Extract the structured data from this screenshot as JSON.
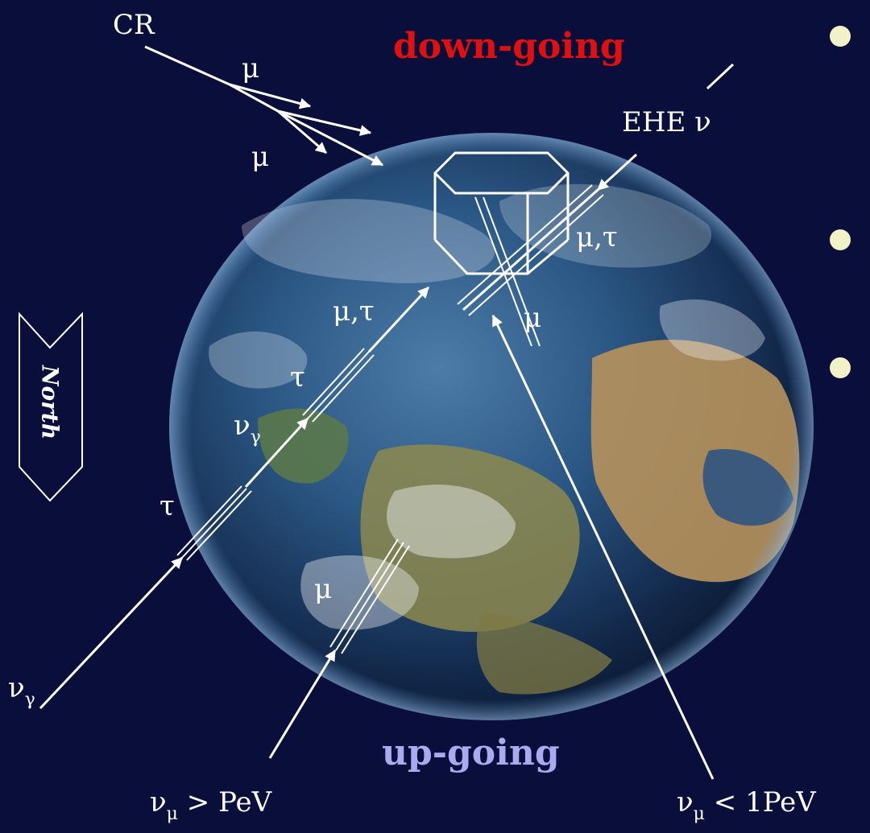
{
  "labels": {
    "down_going": "down-going",
    "up_going": "up-going",
    "cr": "CR",
    "mu": "μ",
    "ehe_nu": "EHE ν",
    "mu_tau": "μ,τ",
    "tau": "τ",
    "nu": "ν",
    "gamma": "γ",
    "mu_sub": "μ",
    "gt_pev": "> PeV",
    "lt_1pev": "< 1PeV",
    "north": "North"
  },
  "colors": {
    "background": "#0a0e3a",
    "down_going": "#e01010",
    "up_going": "#aaaaf0",
    "arrows": "#ffffff",
    "bullets": "#f2f2c8"
  },
  "icons": [
    "north-arrow-icon",
    "earth-globe",
    "detector-prism-icon"
  ]
}
